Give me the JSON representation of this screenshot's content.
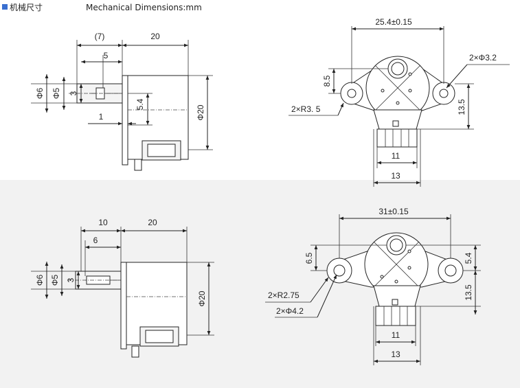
{
  "header": {
    "title_cn": "机械尺寸",
    "title_en": "Mechanical Dimensions:mm"
  },
  "colors": {
    "accent_square": "#3a6fd0",
    "lower_panel_bg": "#f2f2f2"
  },
  "top_side_view": {
    "label_7": "(7)",
    "label_20": "20",
    "label_5": "5",
    "label_phi6": "Φ6",
    "label_phi5": "Φ5",
    "label_3": "3",
    "label_5_4": "5.4",
    "label_1": "1",
    "label_phi20": "Φ20"
  },
  "top_front_view": {
    "label_width": "25.4±0.15",
    "label_holes": "2×Φ3.2",
    "label_8_5": "8.5",
    "label_radius": "2×R3. 5",
    "label_13_5": "13.5",
    "label_11": "11",
    "label_13": "13"
  },
  "bottom_side_view": {
    "label_10": "10",
    "label_20": "20",
    "label_6": "6",
    "label_phi6": "Φ6",
    "label_phi5": "Φ5",
    "label_3": "3",
    "label_phi20": "Φ20"
  },
  "bottom_front_view": {
    "label_width": "31±0.15",
    "label_6_5": "6.5",
    "label_5_4": "5.4",
    "label_radius": "2×R2.75",
    "label_holes": "2×Φ4.2",
    "label_13_5": "13.5",
    "label_11": "11",
    "label_13": "13"
  }
}
